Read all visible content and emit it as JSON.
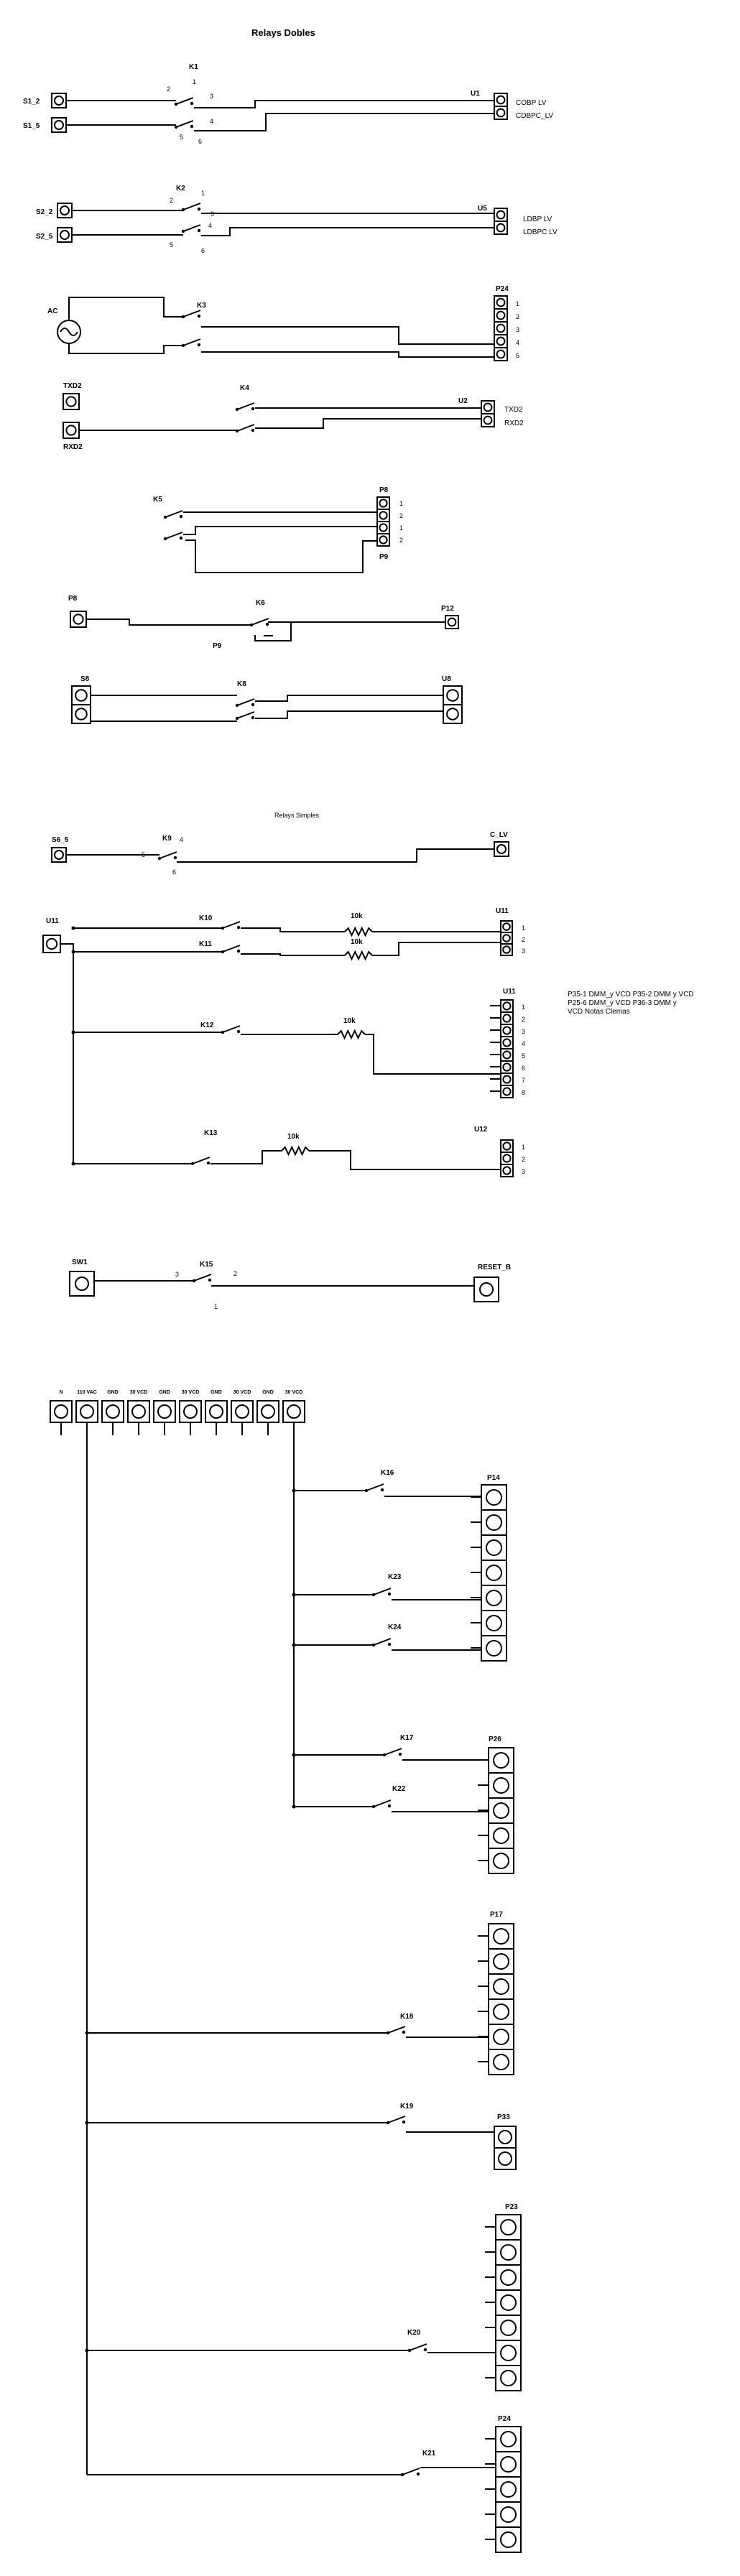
{
  "titles": {
    "dobles": "Relays Dobles",
    "simples": "Relays Simples"
  },
  "labels": {
    "s1_2": "S1_2",
    "s1_5": "S1_5",
    "k1": "K1",
    "u1": "U1",
    "u1_p1": "COBP  LV",
    "u1_p2": "CDBPC_LV",
    "s2_2": "S2_2",
    "s2_5": "S2_5",
    "k2": "K2",
    "u5": "U5",
    "u5_p1": "LDBP  LV",
    "u5_p2": "LDBPC  LV",
    "ac": "AC",
    "k3": "K3",
    "p24a": "P24",
    "txd2": "TXD2",
    "rxd2": "RXD2",
    "k4": "K4",
    "u2": "U2",
    "u2_p1": "TXD2",
    "u2_p2": "RXD2",
    "k5": "K5",
    "p8": "P8",
    "p9": "P9",
    "p8b": "P8",
    "k6": "K6",
    "p9b": "P9",
    "p12": "P12",
    "s8": "S8",
    "k8": "K8",
    "u8": "U8",
    "s6_5": "S6_5",
    "k9": "K9",
    "c_lv": "C_LV",
    "u11a": "U11",
    "k10": "K10",
    "k11": "K11",
    "u11b": "U11",
    "r10k": "10k",
    "k12": "K12",
    "u11c": "U11",
    "k13": "K13",
    "u12": "U12",
    "sw1": "SW1",
    "k15": "K15",
    "reset_b": "RESET_B",
    "k16": "K16",
    "p14": "P14",
    "k23": "K23",
    "k24": "K24",
    "k17": "K17",
    "p26": "P26",
    "k22": "K22",
    "p17": "P17",
    "k18": "K18",
    "k19": "K19",
    "p33": "P33",
    "p23": "P23",
    "k20": "K20",
    "p24b": "P24",
    "k21": "K21"
  },
  "pin_numbers": [
    "1",
    "2",
    "3",
    "4",
    "5",
    "6",
    "7",
    "8"
  ],
  "header_pins": [
    "N",
    "110 VAC",
    "GND",
    "30 VCD",
    "GND",
    "30 VCD",
    "GND",
    "30 VCD",
    "GND",
    "30 VCD"
  ],
  "note_lines": [
    "P35-1  DMM_y VCD  P35-2 DMM y VCD",
    "P25-6 DMM_y VCD  P36-3 DMM y",
    "VCD          Notas Clemas"
  ]
}
